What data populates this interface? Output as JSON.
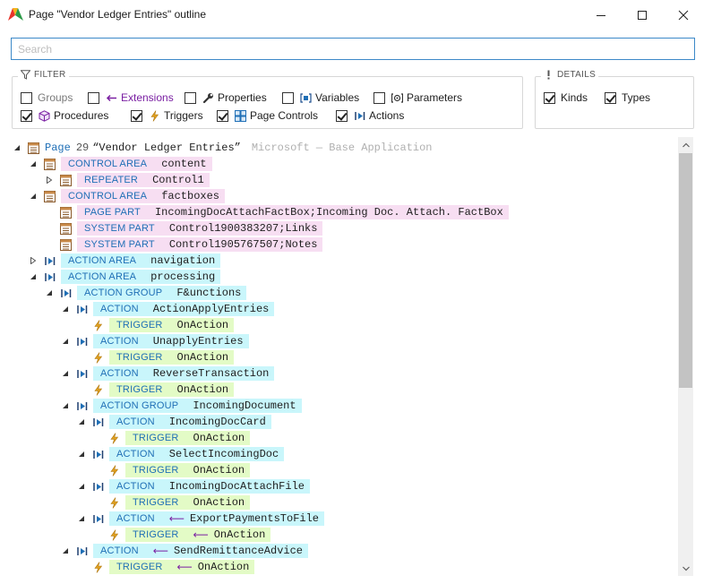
{
  "window": {
    "title": "Page \"Vendor Ledger Entries\" outline"
  },
  "search": {
    "placeholder": "Search",
    "value": ""
  },
  "filter": {
    "title": "FILTER",
    "options": [
      {
        "label": "Groups",
        "checked": false,
        "icon": "none"
      },
      {
        "label": "Extensions",
        "checked": false,
        "icon": "arrow-left-icon"
      },
      {
        "label": "Properties",
        "checked": false,
        "icon": "wrench-icon"
      },
      {
        "label": "Variables",
        "checked": false,
        "icon": "variable-icon"
      },
      {
        "label": "Parameters",
        "checked": false,
        "icon": "parameter-icon"
      },
      {
        "label": "Procedures",
        "checked": true,
        "icon": "cube-icon"
      },
      {
        "label": "Triggers",
        "checked": true,
        "icon": "lightning-icon"
      },
      {
        "label": "Page Controls",
        "checked": true,
        "icon": "page-controls-icon"
      },
      {
        "label": "Actions",
        "checked": true,
        "icon": "action-icon"
      }
    ]
  },
  "details": {
    "title": "DETAILS",
    "options": [
      {
        "label": "Kinds",
        "checked": true
      },
      {
        "label": "Types",
        "checked": true
      }
    ]
  },
  "tree": {
    "root": {
      "kind": "Page",
      "id": "29",
      "name": "“Vendor Ledger Entries”",
      "source": "Microsoft — Base Application"
    },
    "nodes": [
      {
        "depth": 1,
        "expander": "expanded",
        "icon": "page-control-icon",
        "kind": "CONTROL AREA",
        "name": "content",
        "sub": "",
        "color": "pink",
        "ext": false
      },
      {
        "depth": 2,
        "expander": "collapsed",
        "icon": "page-control-icon",
        "kind": "REPEATER",
        "name": "Control1",
        "sub": "",
        "color": "pink",
        "ext": false
      },
      {
        "depth": 1,
        "expander": "expanded",
        "icon": "page-control-icon",
        "kind": "CONTROL AREA",
        "name": "factboxes",
        "sub": "",
        "color": "pink",
        "ext": false
      },
      {
        "depth": 2,
        "expander": "none",
        "icon": "page-control-icon",
        "kind": "PAGE PART",
        "name": "IncomingDocAttachFactBox",
        "sub": "Incoming Doc. Attach. FactBox",
        "color": "pink",
        "ext": false
      },
      {
        "depth": 2,
        "expander": "none",
        "icon": "page-control-icon",
        "kind": "SYSTEM PART",
        "name": "Control1900383207",
        "sub": "Links",
        "color": "pink",
        "ext": false
      },
      {
        "depth": 2,
        "expander": "none",
        "icon": "page-control-icon",
        "kind": "SYSTEM PART",
        "name": "Control1905767507",
        "sub": "Notes",
        "color": "pink",
        "ext": false
      },
      {
        "depth": 1,
        "expander": "collapsed",
        "icon": "action-icon",
        "kind": "ACTION AREA",
        "name": "navigation",
        "sub": "",
        "color": "cyan",
        "ext": false
      },
      {
        "depth": 1,
        "expander": "expanded",
        "icon": "action-icon",
        "kind": "ACTION AREA",
        "name": "processing",
        "sub": "",
        "color": "cyan",
        "ext": false
      },
      {
        "depth": 2,
        "expander": "expanded",
        "icon": "action-icon",
        "kind": "ACTION GROUP",
        "name": "F&unctions",
        "sub": "",
        "color": "cyan",
        "ext": false
      },
      {
        "depth": 3,
        "expander": "expanded",
        "icon": "action-icon",
        "kind": "ACTION",
        "name": "ActionApplyEntries",
        "sub": "",
        "color": "cyan",
        "ext": false
      },
      {
        "depth": 4,
        "expander": "none",
        "icon": "lightning-icon",
        "kind": "TRIGGER",
        "name": "OnAction",
        "sub": "",
        "color": "lime",
        "ext": false
      },
      {
        "depth": 3,
        "expander": "expanded",
        "icon": "action-icon",
        "kind": "ACTION",
        "name": "UnapplyEntries",
        "sub": "",
        "color": "cyan",
        "ext": false
      },
      {
        "depth": 4,
        "expander": "none",
        "icon": "lightning-icon",
        "kind": "TRIGGER",
        "name": "OnAction",
        "sub": "",
        "color": "lime",
        "ext": false
      },
      {
        "depth": 3,
        "expander": "expanded",
        "icon": "action-icon",
        "kind": "ACTION",
        "name": "ReverseTransaction",
        "sub": "",
        "color": "cyan",
        "ext": false
      },
      {
        "depth": 4,
        "expander": "none",
        "icon": "lightning-icon",
        "kind": "TRIGGER",
        "name": "OnAction",
        "sub": "",
        "color": "lime",
        "ext": false
      },
      {
        "depth": 3,
        "expander": "expanded",
        "icon": "action-icon",
        "kind": "ACTION GROUP",
        "name": "IncomingDocument",
        "sub": "",
        "color": "cyan",
        "ext": false
      },
      {
        "depth": 4,
        "expander": "expanded",
        "icon": "action-icon",
        "kind": "ACTION",
        "name": "IncomingDocCard",
        "sub": "",
        "color": "cyan",
        "ext": false
      },
      {
        "depth": 5,
        "expander": "none",
        "icon": "lightning-icon",
        "kind": "TRIGGER",
        "name": "OnAction",
        "sub": "",
        "color": "lime",
        "ext": false
      },
      {
        "depth": 4,
        "expander": "expanded",
        "icon": "action-icon",
        "kind": "ACTION",
        "name": "SelectIncomingDoc",
        "sub": "",
        "color": "cyan",
        "ext": false
      },
      {
        "depth": 5,
        "expander": "none",
        "icon": "lightning-icon",
        "kind": "TRIGGER",
        "name": "OnAction",
        "sub": "",
        "color": "lime",
        "ext": false
      },
      {
        "depth": 4,
        "expander": "expanded",
        "icon": "action-icon",
        "kind": "ACTION",
        "name": "IncomingDocAttachFile",
        "sub": "",
        "color": "cyan",
        "ext": false
      },
      {
        "depth": 5,
        "expander": "none",
        "icon": "lightning-icon",
        "kind": "TRIGGER",
        "name": "OnAction",
        "sub": "",
        "color": "lime",
        "ext": false
      },
      {
        "depth": 4,
        "expander": "expanded",
        "icon": "action-icon",
        "kind": "ACTION",
        "name": "ExportPaymentsToFile",
        "sub": "",
        "color": "cyan",
        "ext": true
      },
      {
        "depth": 5,
        "expander": "none",
        "icon": "lightning-icon",
        "kind": "TRIGGER",
        "name": "OnAction",
        "sub": "",
        "color": "lime",
        "ext": true
      },
      {
        "depth": 3,
        "expander": "expanded",
        "icon": "action-icon",
        "kind": "ACTION",
        "name": "SendRemittanceAdvice",
        "sub": "",
        "color": "cyan",
        "ext": true
      },
      {
        "depth": 4,
        "expander": "none",
        "icon": "lightning-icon",
        "kind": "TRIGGER",
        "name": "OnAction",
        "sub": "",
        "color": "lime",
        "ext": true
      }
    ]
  },
  "colors": {
    "kind_text": "#1f6fb6",
    "pink": "#f7def2",
    "cyan": "#c9f6fb",
    "lime": "#e3fbc6",
    "extension": "#7a1fa2",
    "search_border": "#3c89c8"
  }
}
